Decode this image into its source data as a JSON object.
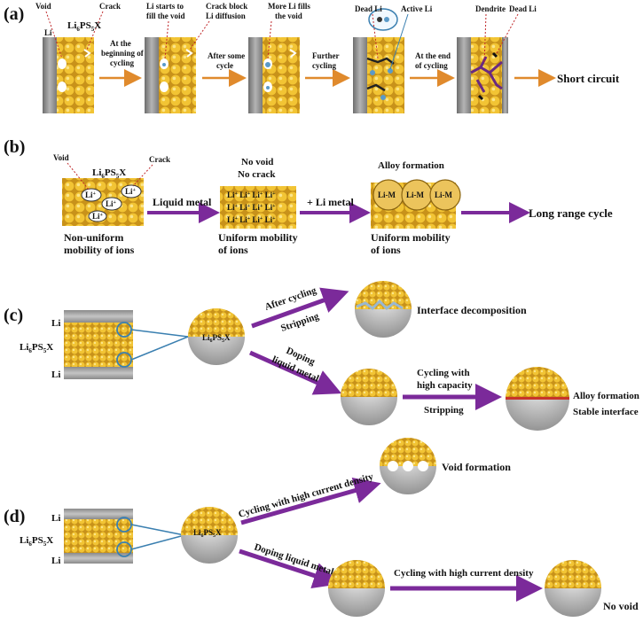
{
  "colors": {
    "gold": "#e8b420",
    "gold_dark": "#b88408",
    "li_gray": "#8c8c8c",
    "purple": "#7b2a9a",
    "orange": "#e08a2c",
    "red_dot": "#c0282a",
    "blue_ring": "#3a7fb0",
    "dendrite": "#6a2a80",
    "interface_red": "#c8342a"
  },
  "panel_a": {
    "label": "(a)",
    "void": "Void",
    "crack": "Crack",
    "li": "Li",
    "electrolyte": "Li6PS5X",
    "step1": [
      "At the",
      "beginning of",
      "cycling"
    ],
    "step2_top": [
      "Li starts to",
      "fill the void"
    ],
    "step2_cb": [
      "Crack block",
      "Li diffusion"
    ],
    "step2": [
      "After some",
      "cycle"
    ],
    "step3_top": [
      "More Li fills",
      "the void"
    ],
    "step3": [
      "Further",
      "cycling"
    ],
    "dead_li": "Dead Li",
    "active_li": "Active Li",
    "step4": [
      "At the end",
      "of cycling"
    ],
    "dendrite": "Dendrite",
    "dead_li2": "Dead Li",
    "short": "Short circuit"
  },
  "panel_b": {
    "label": "(b)",
    "void": "Void",
    "crack": "Crack",
    "electrolyte": "Li6PS5X",
    "liquid_metal": "Liquid metal",
    "no_void": "No void",
    "no_crack": "No crack",
    "plus_li": "+ Li metal",
    "alloy_formation": "Alloy formation",
    "li_m": "Li-M",
    "long_range": "Long range cycle",
    "nonuniform": [
      "Non-uniform",
      "mobility of ions"
    ],
    "uniform1": [
      "Uniform mobility",
      "of ions"
    ],
    "uniform2": [
      "Uniform mobility",
      "of ions"
    ]
  },
  "panel_c": {
    "label": "(c)",
    "li_top": "Li",
    "electrolyte": "Li6PS5X",
    "li_bottom": "Li",
    "after_cycling": "After cycling",
    "stripping": "Stripping",
    "interface_decomp": "Interface decomposition",
    "doping": [
      "Doping",
      "liquid metal"
    ],
    "cycling_high": [
      "Cycling with",
      "high capacity"
    ],
    "stripping2": "Stripping",
    "alloy": "Alloy formation",
    "stable": "Stable interface"
  },
  "panel_d": {
    "label": "(d)",
    "li_top": "Li",
    "electrolyte": "Li6PS5X",
    "li_bottom": "Li",
    "cycling_high_current": "Cycling with high current density",
    "void_formation": "Void formation",
    "doping": "Doping liquid metal",
    "cycling_high_current2": "Cycling with high current density",
    "no_void": "No void"
  }
}
